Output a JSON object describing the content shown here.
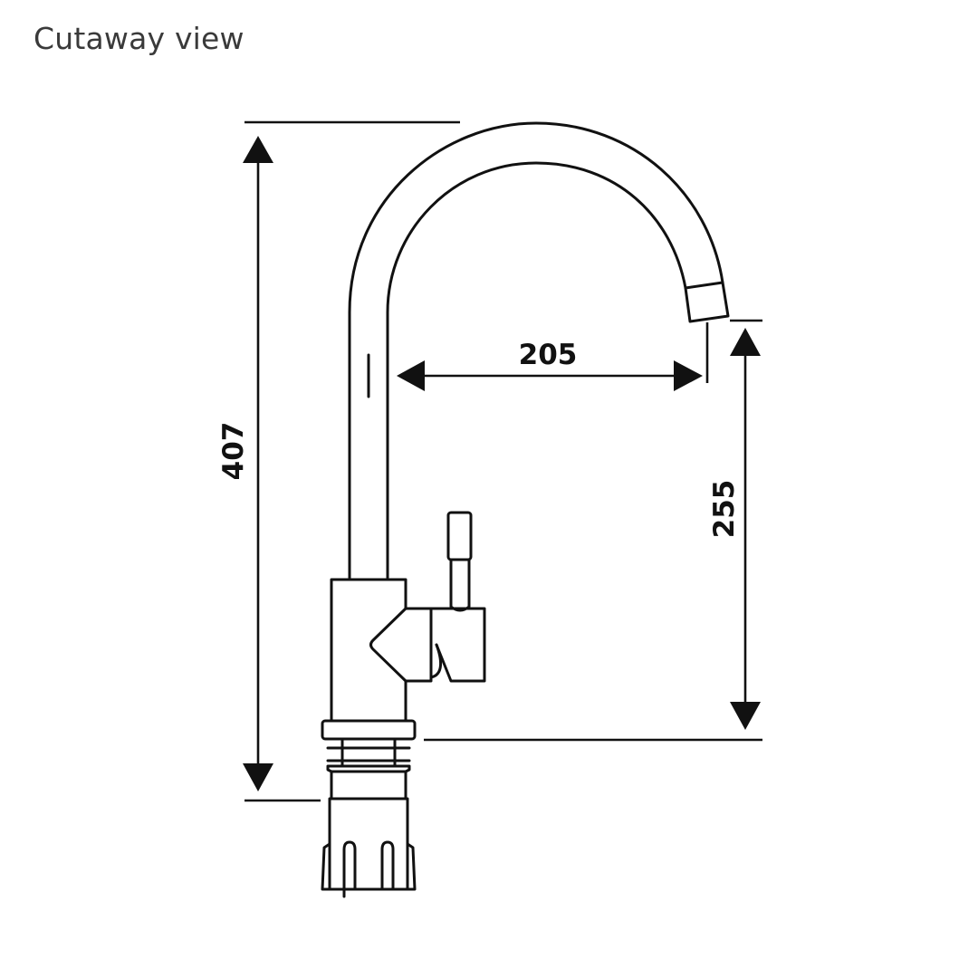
{
  "title": "Cutaway view",
  "dimensions": {
    "height_total": "407",
    "spout_reach": "205",
    "spout_height": "255"
  },
  "colors": {
    "line": "#111111",
    "title": "#3a3a3a",
    "background": "#ffffff"
  }
}
